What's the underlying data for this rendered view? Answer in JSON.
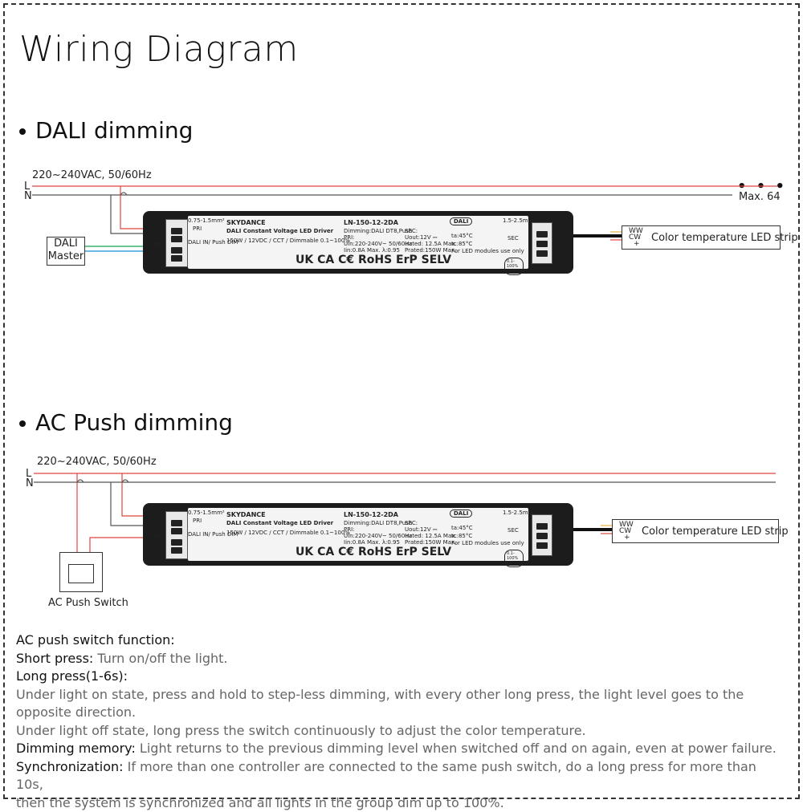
{
  "title": "Wiring Diagram",
  "sections": {
    "dali": {
      "heading": "DALI dimming",
      "supply": "220~240VAC, 50/60Hz",
      "L": "L",
      "N": "N",
      "max": "Max. 64",
      "master_line1": "DALI",
      "master_line2": "Master",
      "strip_label": "Color temperature LED strip"
    },
    "push": {
      "heading": "AC Push dimming",
      "supply": "220~240VAC, 50/60Hz",
      "L": "L",
      "N": "N",
      "switch_label": "AC Push Switch",
      "strip_label": "Color temperature LED strip"
    }
  },
  "driver": {
    "brand": "SKYDANCE",
    "name": "DALI Constant Voltage LED Driver",
    "spec": "150W / 12VDC / CCT / Dimmable 0.1~100%",
    "model": "LN-150-12-2DA",
    "dimming": "Dimming:DALI DT8,Push",
    "pri": "PRI:",
    "uin": "Uin:220-240V~ 50/60Hz",
    "iin": "Iin:0.8A Max. λ:0.95",
    "sec": "SEC:",
    "uout": "Uout:12V ⎓",
    "irated": "Irated: 12.5A Max.",
    "prated": "Prated:150W Max.",
    "ta": "ta:45°C",
    "tc": "tc:85°C",
    "led_only": "For LED modules use only",
    "pri_tag": "PRI",
    "sec_tag": "SEC",
    "dali_push": "DALI IN/ Push DIM",
    "wire_size_left": "0.75-1.5mm²",
    "wire_size_right": "1.5-2.5mm²",
    "dali_logo": "DALI",
    "marks": "UK CA  C€  RoHS ErP SELV",
    "dim_badge": "0.1-100% Dimmable"
  },
  "strip_codes": {
    "ww": "WW",
    "cw": "CW",
    "plus": "+"
  },
  "ellipsis": "• • •",
  "description": {
    "function_title": "AC push switch function:",
    "short_key": "Short press:",
    "short_text": " Turn on/off the light.",
    "long_key": "Long press(1-6s):",
    "long_text1": "Under light on state, press and hold to step-less dimming, with every other long press, the light level goes to the opposite direction.",
    "long_text2": "Under light off state, long press the switch continuously to adjust the color temperature.",
    "memory_key": "Dimming memory:",
    "memory_text": " Light returns to the previous dimming level when switched off and on again, even at power failure.",
    "sync_key": "Synchronization:",
    "sync_text1": " If more than one controller are connected to the same push switch, do a long press for more than 10s,",
    "sync_text2": "then the system is synchronized and all lights in the group dim up to 100%."
  },
  "colors": {
    "live": "#e0453e",
    "neutral": "#555555",
    "dali_a": "#3cb46e",
    "dali_b": "#3aa0d8",
    "ww": "#e8b040",
    "cw": "#cccccc",
    "plus": "#e0453e"
  }
}
